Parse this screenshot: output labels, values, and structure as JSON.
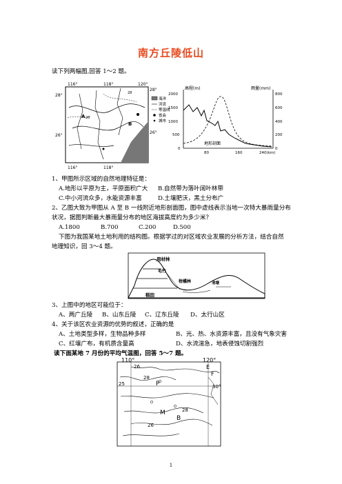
{
  "title": "南方丘陵低山",
  "intro1": "读下列两幅图,回答 1～2 题。",
  "map1": {
    "lon_labels": [
      "116°",
      "118°",
      "120°"
    ],
    "lon_labels_bottom": [
      "116°",
      "118°"
    ],
    "lat_labels": [
      "28°",
      "28°",
      "26°",
      "26°"
    ],
    "points": [
      "A",
      "B"
    ],
    "legend": [
      "海洋",
      "河流",
      "等温线",
      "省会",
      "城市"
    ],
    "isotherms": [
      "26",
      "28"
    ]
  },
  "profile_chart": {
    "left_axis_title": "高程(m)",
    "right_axis_title": "雨量(mm)",
    "left_ticks": [
      "2000",
      "1500",
      "1000",
      "500",
      "0"
    ],
    "right_ticks": [
      "800",
      "600",
      "400",
      "200",
      "0"
    ],
    "x_ticks": [
      "80",
      "160",
      "240(km)"
    ],
    "profile_label": "地形剖面"
  },
  "questions": [
    "1、甲图所示区域的自然地理特征是：",
    "A.地形以平原为主，平原面积广大",
    "B.自然带为落叶阔叶林带",
    "C.中小河流众多，水能资源丰富",
    "D.土壤肥沃，黑土分布广",
    "2、乙图大致为甲图从 A 至 B 一线附近地形剖面图，图中虚线表示当地一次特大暴雨量分布",
    "状况，据图判断最大暴雨量分布的地区海拔高度约为多少米？",
    "A.1800",
    "B.700",
    "C.200",
    "D.500",
    "下图为我国某地土地利用的结构图。根据学过的对区域农业发展的分析方法，结合自然",
    "地理知识，回 3～4 题。",
    "3、上图中的地区可能位于：",
    "A、两广丘陵",
    "B、山东丘陵",
    "C、辽东丘陵",
    "D、太行山区",
    "4、关于该区农业资源的优势的叙述，正确的是",
    "A、土地类型多样，生物品种多样",
    "B、光、热、水资源丰富，且没有气象灾害",
    "C、红壤广布，有机质含量高",
    "D、水流湍急，地表侵蚀切割强烈",
    "读下面某地 7 月份的平均气温图，回答 5～7 题。"
  ],
  "landuse": {
    "labels": [
      "用材林",
      "毛竹",
      "柑橘林",
      "池塘",
      "稻田"
    ]
  },
  "tempmap": {
    "labels": [
      "110°",
      "120°",
      "26",
      "E",
      "F",
      "28",
      "P",
      "25",
      "30°",
      "M",
      "28",
      "B",
      "26"
    ]
  },
  "page_number": "1"
}
